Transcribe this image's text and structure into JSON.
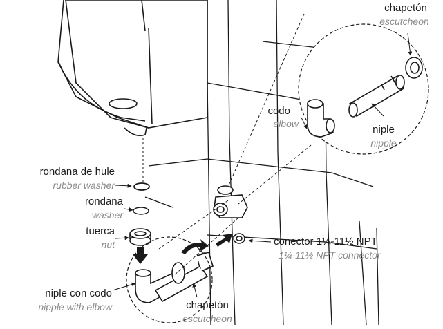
{
  "labels": {
    "escutcheon_top": {
      "es": "chapetón",
      "en": "escutcheon"
    },
    "elbow": {
      "es": "codo",
      "en": "elbow"
    },
    "nipple": {
      "es": "niple",
      "en": "nipple"
    },
    "rubber_washer": {
      "es": "rondana de hule",
      "en": "rubber washer"
    },
    "washer": {
      "es": "rondana",
      "en": "washer"
    },
    "nut": {
      "es": "tuerca",
      "en": "nut"
    },
    "connector": {
      "es": "conector  1¼-11½ NPT",
      "en": "1¼-11½ NPT connector"
    },
    "nipple_with_elbow": {
      "es": "niple con codo",
      "en": "nipple with elbow"
    },
    "escutcheon_bottom": {
      "es": "chapetón",
      "en": "escutcheon"
    }
  },
  "colors": {
    "line": "#1a1a1a",
    "secondary_text": "#8a8a8a",
    "wall": "#ffffff",
    "fixture_shadow": "#cfcfcf"
  }
}
